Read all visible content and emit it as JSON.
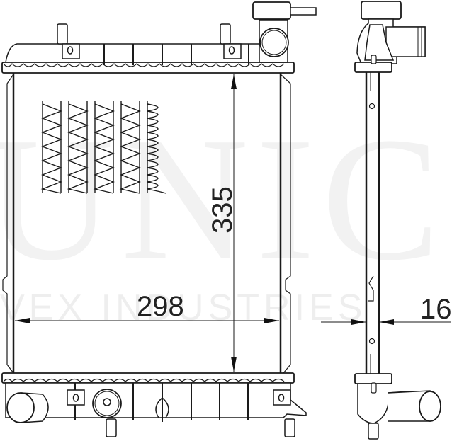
{
  "drawing": {
    "subject": "radiator technical drawing",
    "views": [
      "front-view",
      "side-view"
    ],
    "colors": {
      "line": "#1a1a1a",
      "background": "#ffffff",
      "watermark": "#f0f0f0"
    }
  },
  "watermark": {
    "logo_text": "UNIC",
    "company_text": "VEX INDUSTRIES"
  },
  "dimensions": {
    "width": "298",
    "height": "335",
    "depth": "16"
  }
}
